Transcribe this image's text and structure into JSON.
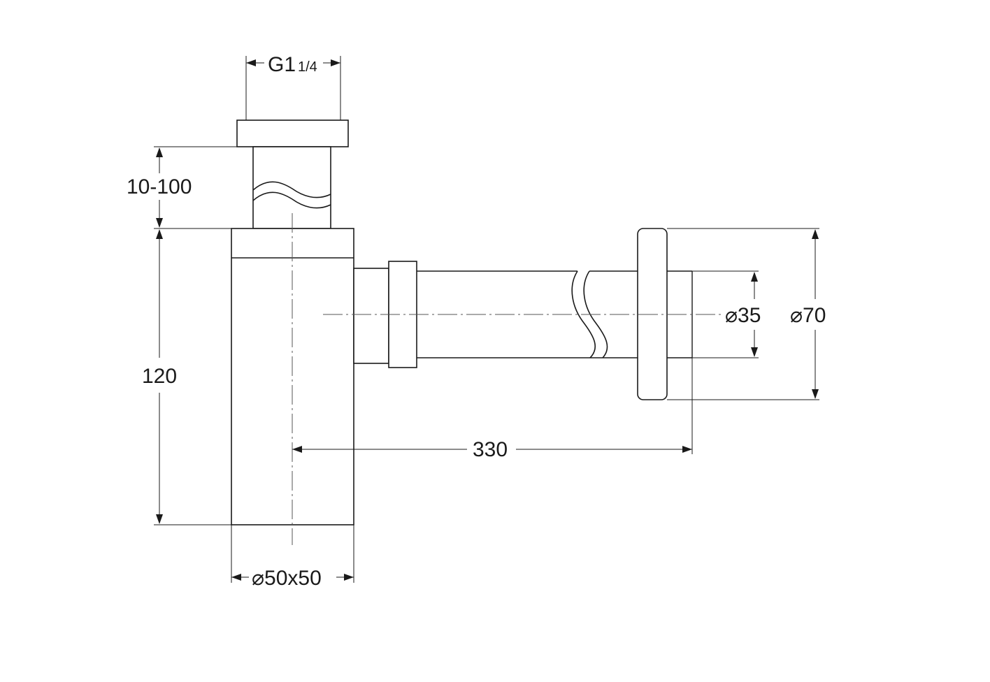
{
  "dimensions": {
    "connection_thread_main": "G1",
    "connection_thread_fraction": "1/4",
    "height_adjust": "10-100",
    "body_height": "120",
    "body_section": "⌀50x50",
    "outlet_length": "330",
    "pipe_diameter": "⌀35",
    "rosette_diameter": "⌀70"
  },
  "colors": {
    "line": "#1a1a1a",
    "background": "#ffffff"
  }
}
